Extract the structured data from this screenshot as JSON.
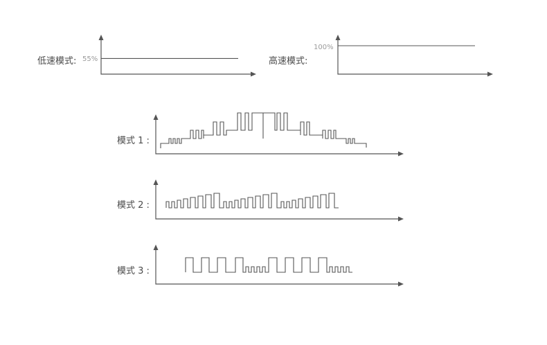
{
  "colors": {
    "line": "#555555",
    "label": "#4a4a4a",
    "value_label": "#9a9a9a"
  },
  "panels": {
    "low": {
      "label": "低速模式:",
      "value_label": "55%",
      "level_percent": 55
    },
    "high": {
      "label": "高速模式:",
      "value_label": "100%",
      "level_percent": 100
    }
  },
  "modes": [
    {
      "label": "模式 1 :"
    },
    {
      "label": "模式 2 :"
    },
    {
      "label": "模式 3 :"
    }
  ]
}
